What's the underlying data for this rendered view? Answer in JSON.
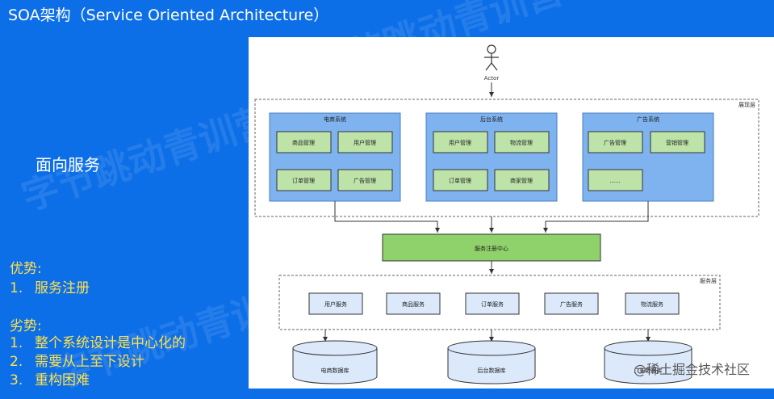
{
  "slide": {
    "title": "SOA架构（Service Oriented Architecture）",
    "subtitle": "面向服务",
    "pros_title": "优势:",
    "pros": [
      {
        "num": "1.",
        "text": "服务注册"
      }
    ],
    "cons_title": "劣势:",
    "cons": [
      {
        "num": "1.",
        "text": "整个系统设计是中心化的"
      },
      {
        "num": "2.",
        "text": "需要从上至下设计"
      },
      {
        "num": "3.",
        "text": "重构困难"
      }
    ],
    "watermark": "字节跳动青训营",
    "footer_watermark": "@稀土掘金技术社区"
  },
  "colors": {
    "background": "#0d6fe8",
    "title_text": "#ffffff",
    "list_text": "#ffe14a",
    "system_box": "#7fb3ef",
    "module_box": "#bde3a8",
    "registry": "#8fd16a",
    "service_box": "#dce9fb"
  },
  "diagram": {
    "actor_label": "Actor",
    "presentation_layer": "展现层",
    "systems": [
      {
        "label": "电商系统",
        "modules": [
          "商品管理",
          "用户管理",
          "订单管理",
          "广告管理"
        ]
      },
      {
        "label": "后台系统",
        "modules": [
          "用户管理",
          "物流管理",
          "订单管理",
          "商家管理"
        ]
      },
      {
        "label": "广告系统",
        "modules": [
          "广告管理",
          "营销管理",
          "......"
        ]
      }
    ],
    "registry": "服务注册中心",
    "service_layer": "服务层",
    "services": [
      "用户服务",
      "商品服务",
      "订单服务",
      "广告服务",
      "物流服务"
    ],
    "databases": [
      "电商数据库",
      "后台数据库",
      "广告数据库"
    ]
  }
}
